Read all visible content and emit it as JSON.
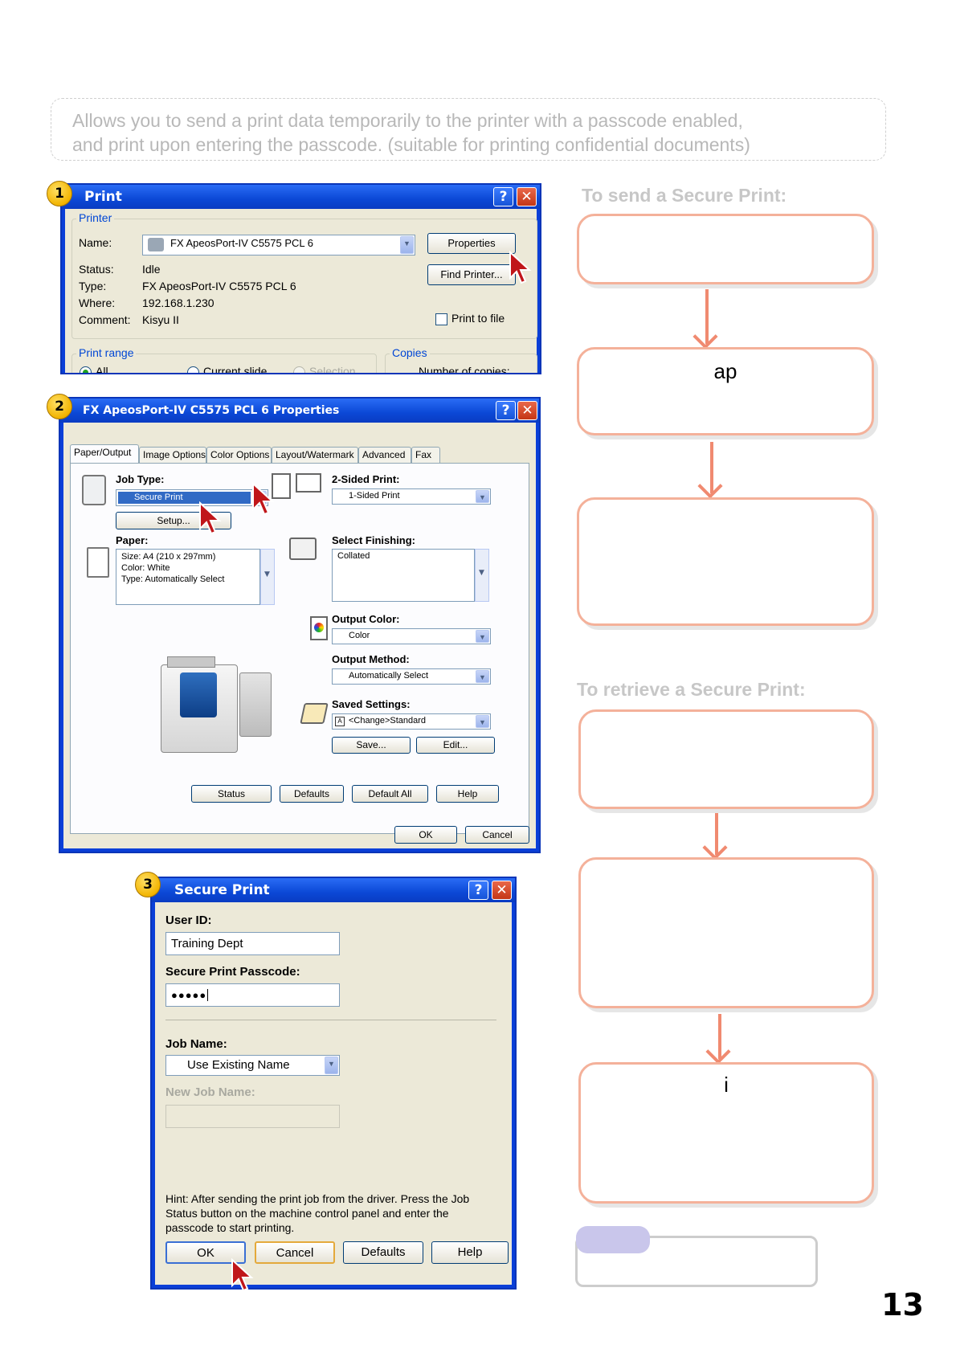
{
  "intro": {
    "line1": "Allows you to send a print data temporarily to the printer with a passcode enabled,",
    "line2": "and print upon entering the passcode. (suitable for printing confidential documents)"
  },
  "print_dialog": {
    "badge": "1",
    "title": "Print",
    "help": "?",
    "close": "✕",
    "printer_group": "Printer",
    "name_label": "Name:",
    "name_value": "FX ApeosPort-IV C5575 PCL 6",
    "properties_button": "Properties",
    "find_printer_button": "Find Printer...",
    "status_label": "Status:",
    "status_value": "Idle",
    "type_label": "Type:",
    "type_value": "FX ApeosPort-IV C5575 PCL 6",
    "where_label": "Where:",
    "where_value": "192.168.1.230",
    "comment_label": "Comment:",
    "comment_value": "Kisyu II",
    "print_to_file": "Print to file",
    "print_range_group": "Print range",
    "range_all": "All",
    "range_current": "Current slide",
    "range_selection": "Selection",
    "copies_group": "Copies",
    "copies_label": "Number of copies:"
  },
  "properties_dialog": {
    "badge": "2",
    "title": "FX ApeosPort-IV C5575 PCL 6 Properties",
    "help": "?",
    "close": "✕",
    "tabs": [
      "Paper/Output",
      "Image Options",
      "Color Options",
      "Layout/Watermark",
      "Advanced",
      "Fax"
    ],
    "job_type_label": "Job Type:",
    "job_type_value": "Secure Print",
    "setup_button": "Setup...",
    "paper_label": "Paper:",
    "paper_lines": [
      "Size: A4 (210 x 297mm)",
      "Color: White",
      "Type: Automatically Select"
    ],
    "two_sided_label": "2-Sided Print:",
    "two_sided_value": "1-Sided Print",
    "finishing_label": "Select Finishing:",
    "finishing_value": "Collated",
    "output_color_label": "Output Color:",
    "output_color_value": "Color",
    "output_method_label": "Output Method:",
    "output_method_value": "Automatically Select",
    "saved_settings_label": "Saved Settings:",
    "saved_settings_value": "<Change>Standard",
    "save_button": "Save...",
    "edit_button": "Edit...",
    "status_button": "Status",
    "defaults_button": "Defaults",
    "default_all_button": "Default All",
    "help_button": "Help",
    "ok_button": "OK",
    "cancel_button": "Cancel"
  },
  "secure_dialog": {
    "badge": "3",
    "title": "Secure Print",
    "help": "?",
    "close": "✕",
    "user_id_label": "User ID:",
    "user_id_value": "Training Dept",
    "passcode_label": "Secure Print Passcode:",
    "passcode_value": "●●●●●",
    "job_name_label": "Job Name:",
    "job_name_value": "Use Existing Name",
    "new_job_label": "New Job Name:",
    "hint": "Hint: After sending the print job from the driver. Press the Job Status button on the machine control panel and enter the passcode to start printing.",
    "ok_button": "OK",
    "cancel_button": "Cancel",
    "defaults_button": "Defaults",
    "help_button": "Help"
  },
  "flow": {
    "send_heading": "To send a Secure Print:",
    "send_box2_text": "ap",
    "retrieve_heading": "To retrieve a Secure Print:",
    "retrieve_box3_text": "i"
  },
  "page_number": "13"
}
